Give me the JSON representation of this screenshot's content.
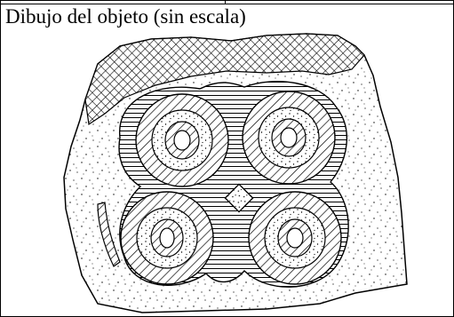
{
  "caption": "Dibujo del objeto (sin escala)",
  "colors": {
    "ink": "#000000",
    "paper": "#ffffff"
  },
  "drawing": {
    "subject": "stone carving with four concentric-ring motifs",
    "patterns": [
      "crosshatch-band",
      "diagonal-hatch-rings",
      "horizontal-hatch-fill",
      "stipple-stone"
    ]
  }
}
